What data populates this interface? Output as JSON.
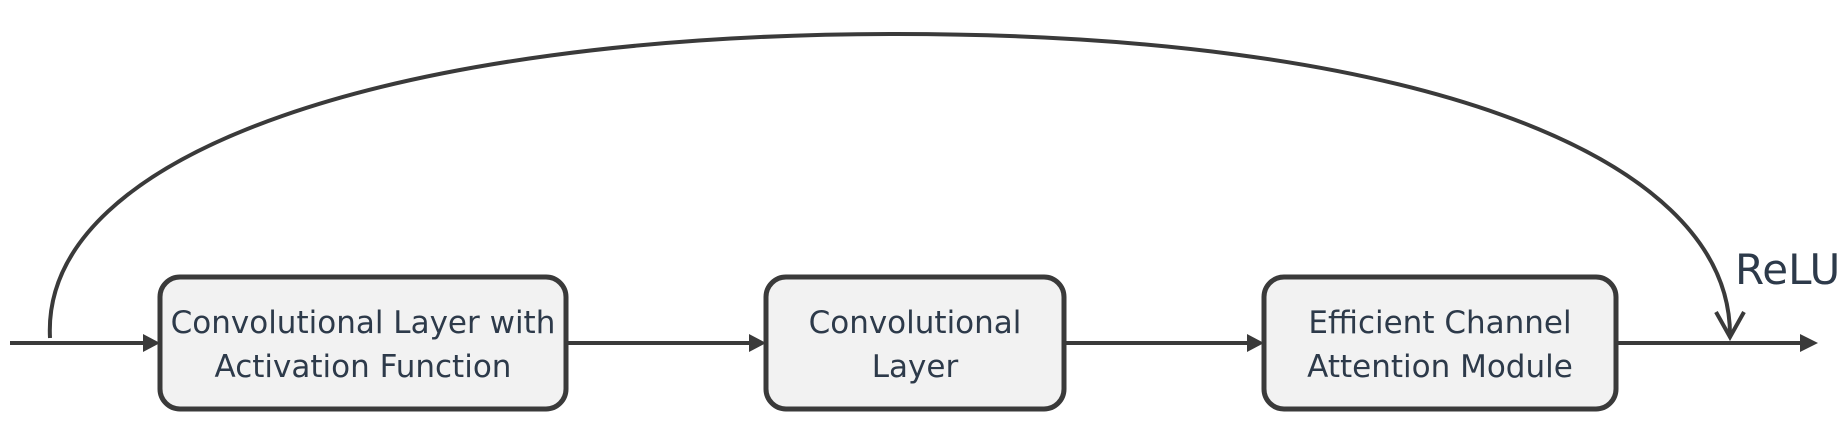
{
  "diagram": {
    "nodes": [
      {
        "id": "conv-act",
        "lines": [
          "Convolutional Layer with",
          "Activation Function"
        ]
      },
      {
        "id": "conv",
        "lines": [
          "Convolutional",
          "Layer"
        ]
      },
      {
        "id": "eca",
        "lines": [
          "Efficient Channel",
          "Attention Module"
        ]
      }
    ],
    "skip_label": "ReLU",
    "colors": {
      "stroke": "#3a3a3a",
      "box_fill": "#f2f2f2",
      "text": "#2d3a4a"
    }
  }
}
